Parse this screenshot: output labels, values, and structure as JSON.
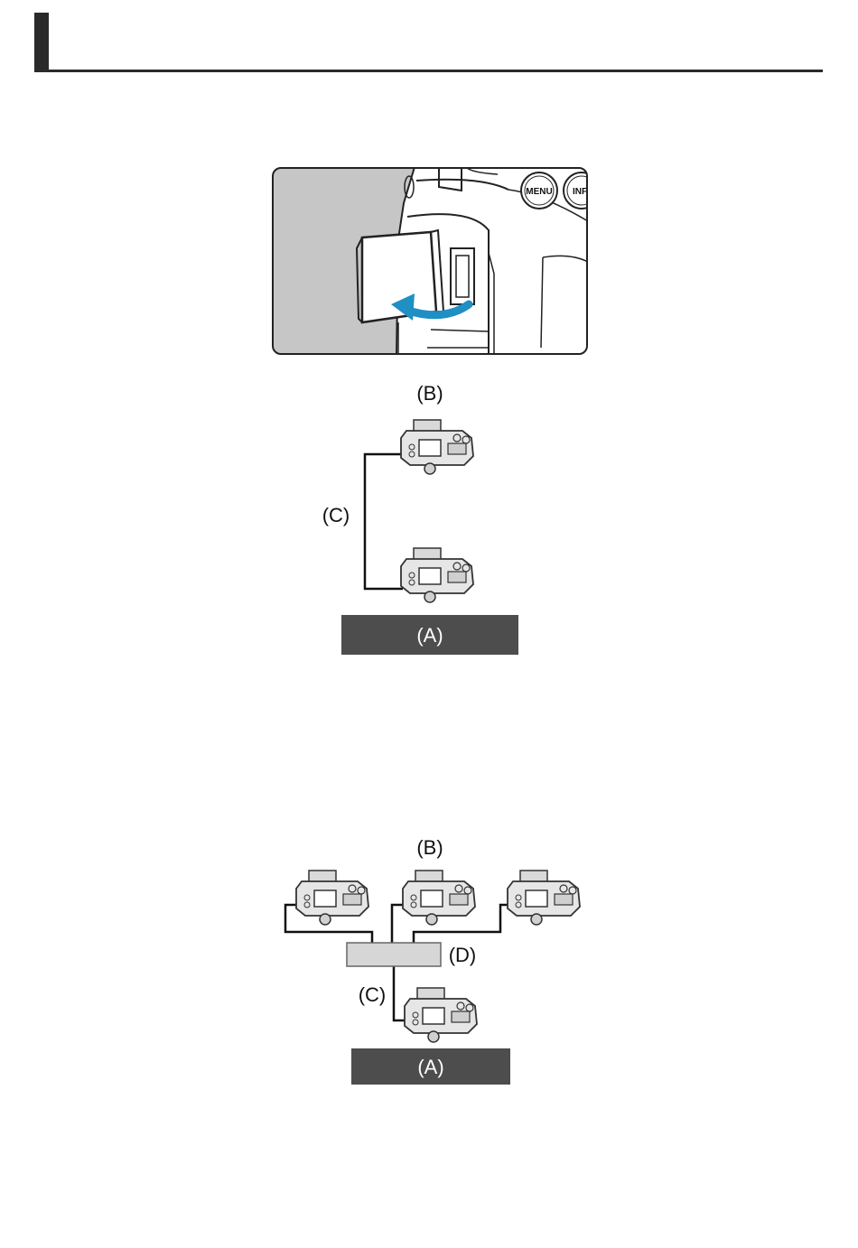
{
  "camera_buttons": {
    "menu": "MENU",
    "info": "INFO"
  },
  "diagram1": {
    "label_b": "(B)",
    "label_c": "(C)",
    "label_a": "(A)"
  },
  "diagram2": {
    "label_b": "(B)",
    "label_c": "(C)",
    "label_d": "(D)",
    "label_a": "(A)"
  },
  "colors": {
    "arrow": "#1f8fc4",
    "box": "#4d4d4d",
    "hub": "#d6d6d6",
    "photo_bg": "#c6c6c6"
  }
}
